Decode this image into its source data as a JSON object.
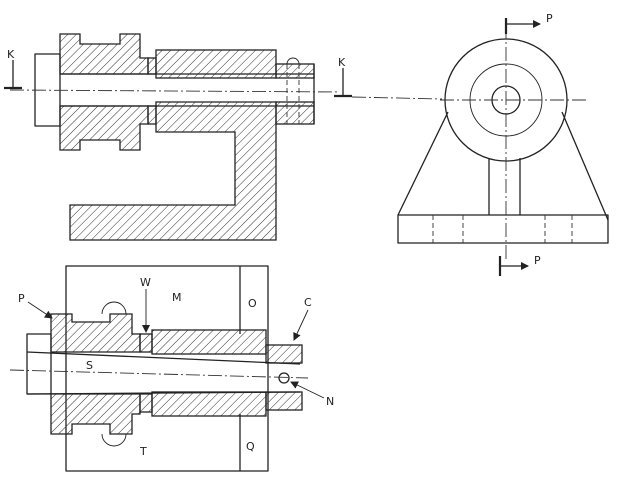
{
  "labels": {
    "section_mark_left": "K",
    "section_mark_right": "K",
    "plane_mark_top": "P",
    "plane_mark_bottom": "P",
    "part_p": "P",
    "part_w": "W",
    "part_m": "M",
    "part_o": "O",
    "part_c": "C",
    "part_s": "S",
    "part_n": "N",
    "part_t": "T",
    "part_q": "Q"
  },
  "colors": {
    "ink": "#222222",
    "paper": "#ffffff"
  }
}
